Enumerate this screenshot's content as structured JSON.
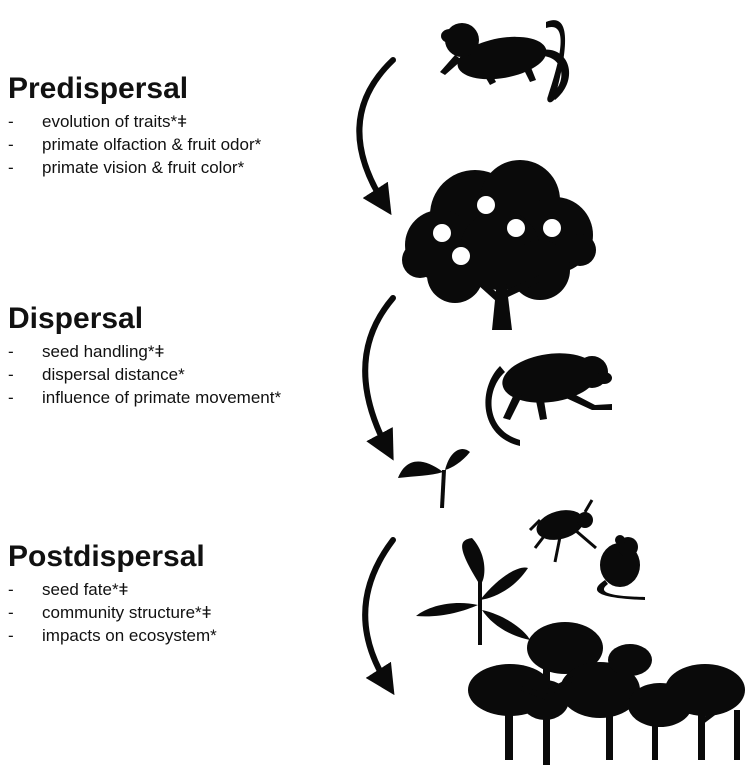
{
  "sections": [
    {
      "heading": "Predispersal",
      "items": [
        "evolution of traits*ǂ",
        "primate olfaction & fruit odor*",
        "primate vision & fruit color*"
      ]
    },
    {
      "heading": "Dispersal",
      "items": [
        "seed handling*ǂ",
        "dispersal distance*",
        "influence of primate movement*"
      ]
    },
    {
      "heading": "Postdispersal",
      "items": [
        "seed fate*ǂ",
        "community structure*ǂ",
        "impacts on ecosystem*"
      ]
    }
  ],
  "list_marker": "-",
  "colors": {
    "silhouette": "#0a0a0a",
    "text": "#111111",
    "fruit": "#ffffff"
  },
  "icons": [
    "monkey-icon",
    "fruit-tree-icon",
    "monkey-walking-icon",
    "seedling-icon",
    "beetle-icon",
    "mouse-icon",
    "sapling-icon",
    "forest-icon",
    "arrow-icon"
  ]
}
